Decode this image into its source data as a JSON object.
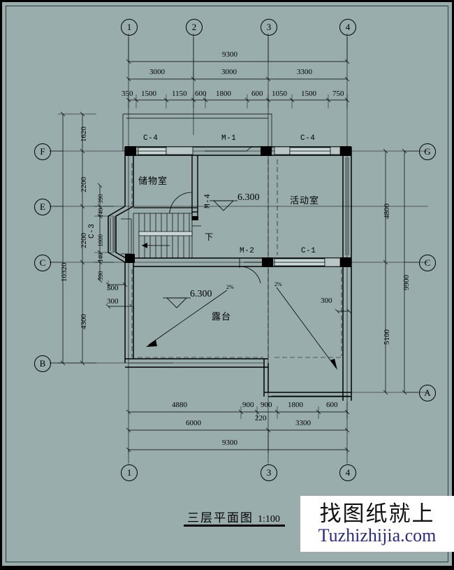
{
  "sheet": {
    "background_color": "#9aadad",
    "line_color": "#000000",
    "title": "三层平面图",
    "scale": "1:100"
  },
  "watermark": {
    "line1": "找图纸就上",
    "line2": "Tuzhizhijia.com"
  },
  "grid_labels": {
    "top": [
      "1",
      "2",
      "3",
      "4"
    ],
    "bottom": [
      "1",
      "3",
      "4"
    ],
    "left": [
      "F",
      "E",
      "C",
      "B"
    ],
    "right": [
      "G",
      "C",
      "A"
    ]
  },
  "rooms": [
    {
      "name": "储物室",
      "meaning": "storage-room"
    },
    {
      "name": "活动室",
      "meaning": "activity-room"
    },
    {
      "name": "露台",
      "meaning": "terrace"
    }
  ],
  "elevations": [
    {
      "value": "6.300",
      "location": "upper"
    },
    {
      "value": "6.300",
      "location": "terrace"
    }
  ],
  "stair_direction": "下",
  "slope_notes": [
    "2%",
    "2%"
  ],
  "openings": {
    "windows": [
      "C-4",
      "C-4",
      "C-3",
      "C-1"
    ],
    "doors": [
      "M-1",
      "M-4",
      "M-2"
    ]
  },
  "dimensions": {
    "top_overall": "9300",
    "top_bay": [
      "3000",
      "3000",
      "3300"
    ],
    "top_detail": [
      "350",
      "1500",
      "1150",
      "600",
      "1800",
      "600",
      "1050",
      "1500",
      "750"
    ],
    "bottom_overall": "9300",
    "bottom_bay": [
      "6000",
      "3300"
    ],
    "bottom_detail": [
      "4880",
      "900",
      "900",
      "1800",
      "600"
    ],
    "bottom_small": "220",
    "left_overall": "10320",
    "left_bay": [
      "1620",
      "2200",
      "2200",
      "4300"
    ],
    "left_detail": [
      "390",
      "140",
      "1000",
      "140",
      "390"
    ],
    "left_small": [
      "500",
      "300"
    ],
    "right_overall": "9900",
    "right_bay": [
      "4800",
      "5100"
    ],
    "interior_right": "300"
  }
}
